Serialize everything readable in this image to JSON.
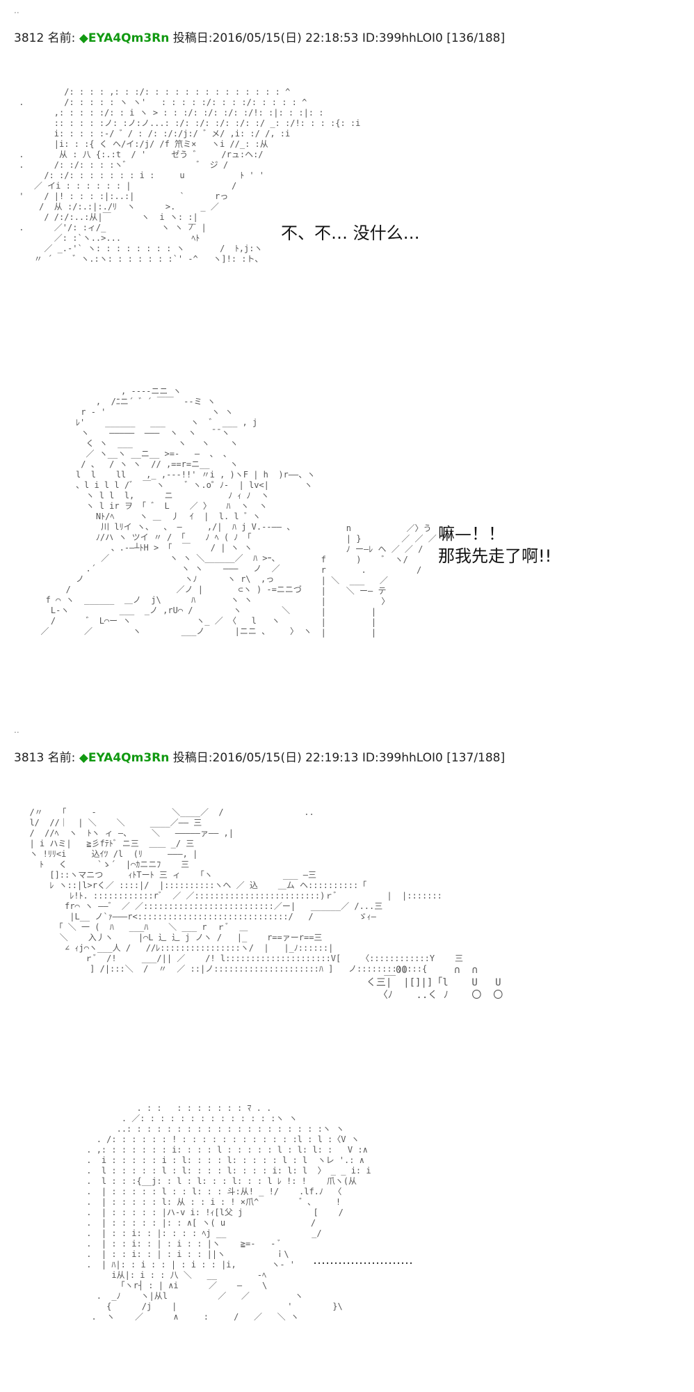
{
  "separator_mark": "..",
  "posts": [
    {
      "number": "3812",
      "name_label": "名前:",
      "trip": "◆EYA4Qm3Rn",
      "post_label": "投稿日:",
      "date": "2016/05/15(日) 22:18:53",
      "id": "ID:399hhLOI0",
      "count": "[136/188]"
    },
    {
      "number": "3813",
      "name_label": "名前:",
      "trip": "◆EYA4Qm3Rn",
      "post_label": "投稿日:",
      "date": "2016/05/15(日) 22:19:13",
      "id": "ID:399hhLOI0",
      "count": "[137/188]"
    }
  ],
  "art": {
    "a1": "          /: : : : ,: : :/: : : : : : : : : : : : : : ^\n .        /: : : : : ヽ ヽ'   : : : : :/: : : :/: : : : : ^\n        ,: : : : :/: : i ヽ > : : :/: :/: :/: :/!: :|: : :|: :\n        :: : : : :ノ: :ノ:ノ...: :/: :/: :/: :/: :/ _: :/!: : : :{: :i\n        i: : : : :-/ ゛/ : /: :/:/j:/ ゛メ/ ,i: :/ /, :i\n        |i: : :{ く ヘ/イ:/j/ /f 笊ミ×   ヽi //_: :从\n .       从 : 八 {:.:t  / '     ゼう ゛    /rュ:ヘ:/\n .      /: :/: : : :ヽ゛             ゛ ジ /\n      /: :/: : : : : : : i :     u           ﾄ ' '\n    ／ イi : : : : : : |                    /\n '    / |! : : : :|:..:|         `      rっ\n     /  从 :/:.:|:./ﾘ  ヽ      >.     _ ／\n      / /:/:..:从|￣      ヽ  i ヽ: :|\n .      ／'/: :ィ/_           ヽ ヽ 丆 |\n        ／: :`ヽ..>...              ﾍﾄ\n      ／ _.-'` ヽ: : : : : : : : ヽ       /  ﾄ,j:ヽ\n    〃 ´    ゛ヽ.:ヽ: : : : : : :`' -^   ヽ]!: :ト、",
    "a2": "                  , ----ニニ ヽ\n             ,  /ﾆニ´ ゛´ ￣￣  --ミ ヽ\n          r ‐ '                     ヽ ヽ\n         ﾚ'    ______   ___     ヽ  ゛ ___ , j\n          ヽ    ―――――  ―――  ヽ  ヽ   ̄ ̄ ヽ\n           く ヽ  ___         ヽ   ヽ    ヽ\n           ／ ヽ__ヽ __ニ__ >=-   ―  、 、\n          / 、  / ヽ ヽ  // ,==r=ニ__    ヽ\n         l  l    ll    ,_ ,---!!' 〃i , )ヽF | h  )r――、ヽ\n         、l i l l /゛ ￣ ヽ    ゛ヽ.o゜ﾉ-  | lv<|       ヽ\n           ヽ l l  l,      ニ           ﾉ ｨ ﾉ  ヽ\n           ヽ l ir ヲ 「 ゛ L    ／ 〉   ﾊ  ヽ  ヽ\n             Nﾄ/ﾍ     ヽ ＿  丿  ｲ  |  l. l ゛ヽ\n              川 lﾘイ ヽ、  、 ―     ,/|  ﾊ j V.--―― 、\n             ﾉ/ハ ヽ ツイ 〃 / 「    ﾉ ﾍ ( ﾉ 「\n                、.-―┴ﾄH > 「  ￣    / | ヽ ヽ\n              ／            ヽ ヽ ＼______／  ﾊ >ｰ、\n           .´                 ヽ ヽ    ―――   ノ  ／\n         ノ                    ヽﾉ      ヽ r\\  ,っ\n       /                     ／ノ |       ⊂ヽ ) -=ニニづ\n   f ⌒ ヽ  ______  ＿ノ  j\\      ﾊ       ヽ ヽ\n    L-ヽ          ___  _ノ ,rU⌒ /        ヽ        ＼\n    /      ゛ L⌒ー ヽ             ヽ_ ／ 〈   l   ヽ\n  ／       ／        ヽ        ___ノ      |ニニ 、    〉 ヽ",
    "a2b": "        n           ／〉う\n        | }        ／ ／ ／ ｢'\n        ﾉ ー―ﾚ ヘ ／ ／ /\n   f      )    ゛ ヽ/\n   r       .          /\n   | ＼  ___   ／\n   |    ＼ ー― テ\n   |           〉\n   |         |\n   |         |\n   |         |",
    "a3": "  /〃   「     -               ＼____／  /                ..\n  l/  //｜  | ＼    ＼     ____／―― 三\n  /  //ﾍ  ヽ  ﾄヽ ィ ―、    ＼   ―――――ァ―― ,|\n  | i ハミ|   ≧彡fﾃﾄﾞ ニ三  ＿＿ _/ 三\n  ヽ !ﾘﾘ<i     込ｲﾂ /l  (ﾘ     ―――, |\n    ﾄ   く      `ゝ´  |⌒ｶニニﾌ    三\n      []::ヽマニつ     ｨﾄTーﾄ 三 ィ   「ヽ              ___ ―三\n      ﾚ ヽ::|l>rく／ ::::|/  |::::::::::ヽヘ ／ 込    ＿ム ヘ::::::::::「\n          ﾚ!ﾄ. ::::::::::::rﾞ  ／ ／:::::::::::::::::::::::::)ｒ゛         |  |:::::::\n         fr⌒ ヽ ――゛ ／ ／::::::::::::::::::::::::::／ー|   ______／ /...三\n          |L__ ノ`ｧ―――r<::::::::::::::::::::::::::::::/   /         ゞｨ―\n       「 ＼ 一 (  ﾊ   ___ﾊ    ＼ ___ r  ｒﾞ  ＿\n        ＼    入丿ヽ     |⌒L 辶 辶 j ノヽ /   |_    r==ァーr==三\n         ∠ ｨj⌒ヽ___人 /   //ﾚ::::::::::::::::ヽ/  |   |_ﾉ::::::|\n             ｒ゛ /!     ___/|| ／    /! l:::::::::::::::::::::V[    〈::::::::::::Y    三\n              ] /|:::＼  /  〃  ／ ::|ノ:::::::::::::::::::::ﾊ ]   ノ:::::::::::::{",
    "a3b": "     __00        ∩  ∩\n  く三|  |[]|]「l    U   U\n    〈ﾉ    ..く ﾉ    〇  〇",
    "a4": "                    . : :   : : : : : : : ﾏ . .\n                 . ／: : : : : : : : : : : : : :ヽ ヽ\n                ..: : : : : : : : : : : : : : : : : : : :ヽ ヽ\n            . /: : : : : : ! : : : : : : : : : : : :l : l :〈V ヽ\n          . ,: : : : : : : i: : : : l : : : : : l : l: l: :   V :∧\n          .  i : : : : : i : l: : : : l: : : : : l : l  ヽレ '.: ∧\n          .  l : : : : : l : l: : : : l: : : : i: l: l  〉 _ _ i: i\n          .  l : : :{__j: : l : l: : : l: : : l ﾚ !: !    爪ヽ(从\n          .  | : : : : : l : : l: : : 斗:从! _ !/    .lf.ﾉ  〈\n          .  | : : : : : l: 从 : : i : ! ×爪^        ゛、    !\n          .  | : : : : : |ハ-v i: !ｨ[l父 j              [    /\n          .  | : : : : : |: : ∧[ ヽ( u                 /\n          .  | : : i: : |: : : : ﾍj __                 _/\n          .  | : : i: : | : i : : |ヽ    ≧=-   - ﾞ\n          .  | : : i: : | : i : : ||ヽ          ｉ\\\n          .  | ﾊ|: : i : : | : i : : |i,       ヽ- '\n               i从|: i : : 八 ＼   __        -ﾍ\n                「ヽr┤ : | ∧i      ／    ―    \\\n            .  _ﾉ    ヽ|从l          ／   ／         ヽ\n              {      /j    |                      '        }\\\n           .  ヽ    ／      ∧     :     /   ／   ＼ ヽ"
  },
  "dialogue": {
    "line1": "不、不…  没什么…",
    "line2a": "嘛—！！",
    "line2b": "那我先走了啊!!",
    "line3": "……………………"
  }
}
